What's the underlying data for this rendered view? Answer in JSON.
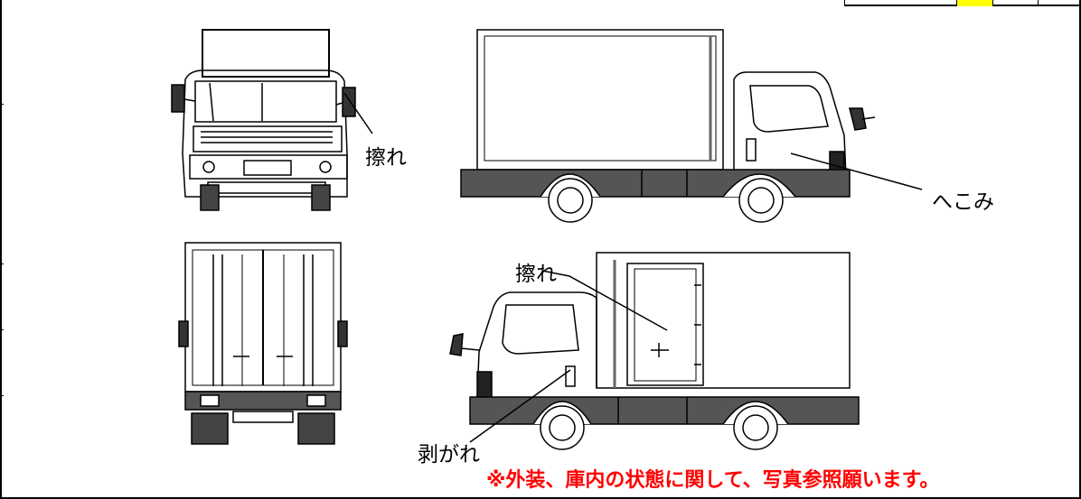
{
  "annotations": {
    "front_right_mirror": "擦れ",
    "side_right_cab": "へこみ",
    "side_left_box": "擦れ",
    "side_left_cab": "剥がれ"
  },
  "note": "※外装、庫内の状態に関して、写真参照願います。",
  "colors": {
    "note": "#ff0000",
    "highlight_cell": "#ffff00",
    "line": "#000000",
    "panel_gray": "#555555"
  }
}
